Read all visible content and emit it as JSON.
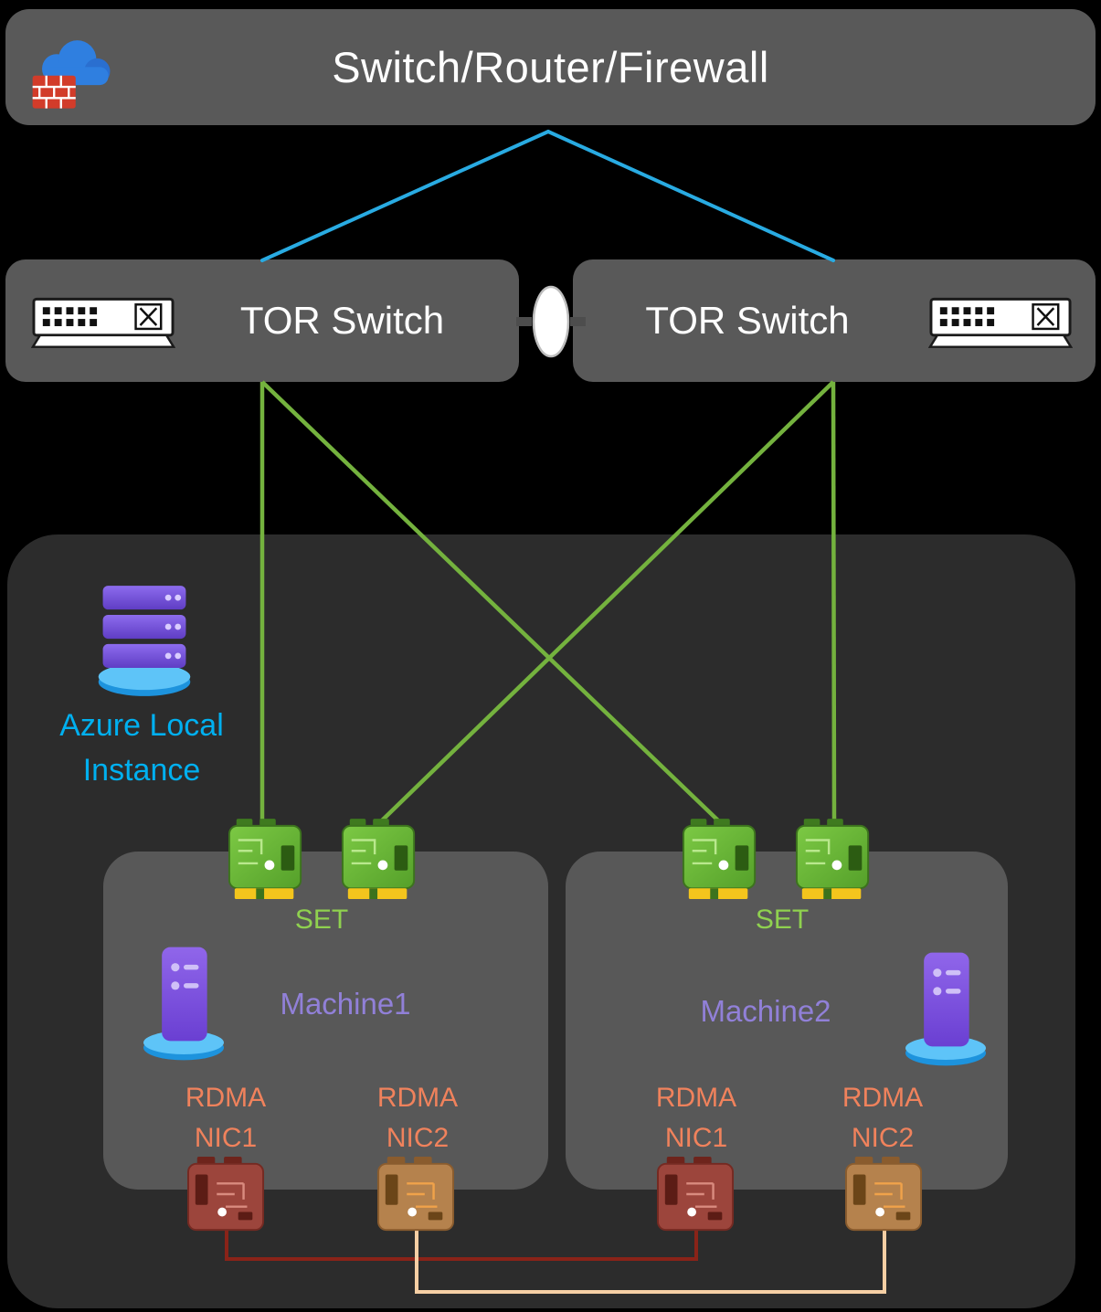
{
  "header": {
    "label": "Switch/Router/Firewall"
  },
  "tor_switches": [
    {
      "label": "TOR Switch"
    },
    {
      "label": "TOR Switch"
    }
  ],
  "cluster": {
    "label_line1": "Azure Local",
    "label_line2": "Instance",
    "machines": [
      {
        "label": "Machine1",
        "set_label": "SET",
        "nics": [
          {
            "line1": "RDMA",
            "line2": "NIC1"
          },
          {
            "line1": "RDMA",
            "line2": "NIC2"
          }
        ]
      },
      {
        "label": "Machine2",
        "set_label": "SET",
        "nics": [
          {
            "line1": "RDMA",
            "line2": "NIC1"
          },
          {
            "line1": "RDMA",
            "line2": "NIC2"
          }
        ]
      }
    ]
  },
  "colors": {
    "background": "#000000",
    "box_gray": "#595959",
    "cluster_gray": "#2c2c2c",
    "uplink_blue": "#29abe2",
    "tor_link_green": "#74b23e",
    "rdma_nic1_link_dark_red": "#8a2318",
    "rdma_nic2_link_light_tan": "#f6cfa4",
    "azure_text_cyan": "#00b0f0",
    "machine_text_purple": "#9180d8",
    "set_text_green": "#8fd14f",
    "rdma_text_orange": "#f0825c"
  }
}
